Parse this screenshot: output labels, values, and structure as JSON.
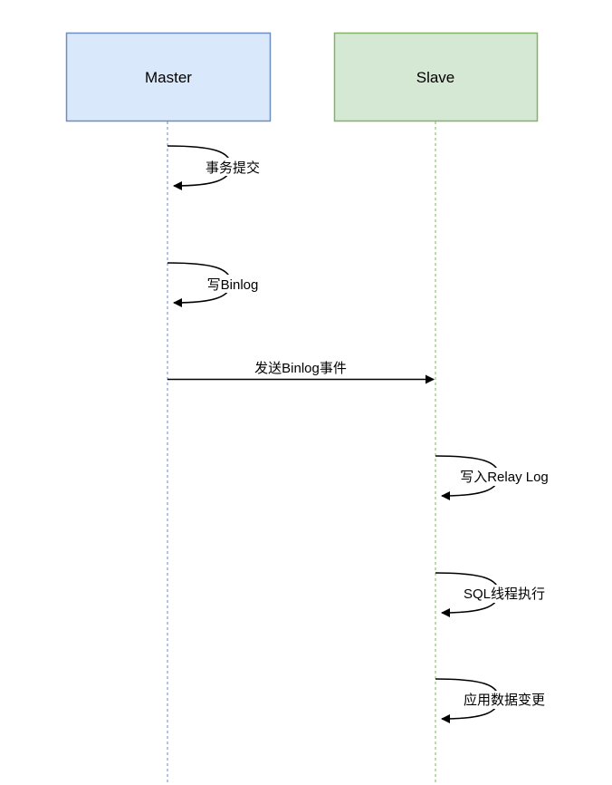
{
  "participants": [
    {
      "name": "Master",
      "fill": "#dae8fc",
      "stroke": "#6c8ebf"
    },
    {
      "name": "Slave",
      "fill": "#d5e8d4",
      "stroke": "#82b366"
    }
  ],
  "messages": [
    {
      "label": "事务提交",
      "from": "Master",
      "to": "Master"
    },
    {
      "label": "写Binlog",
      "from": "Master",
      "to": "Master"
    },
    {
      "label": "发送Binlog事件",
      "from": "Master",
      "to": "Slave"
    },
    {
      "label": "写入Relay Log",
      "from": "Slave",
      "to": "Slave"
    },
    {
      "label": "SQL线程执行",
      "from": "Slave",
      "to": "Slave"
    },
    {
      "label": "应用数据变更",
      "from": "Slave",
      "to": "Slave"
    }
  ]
}
